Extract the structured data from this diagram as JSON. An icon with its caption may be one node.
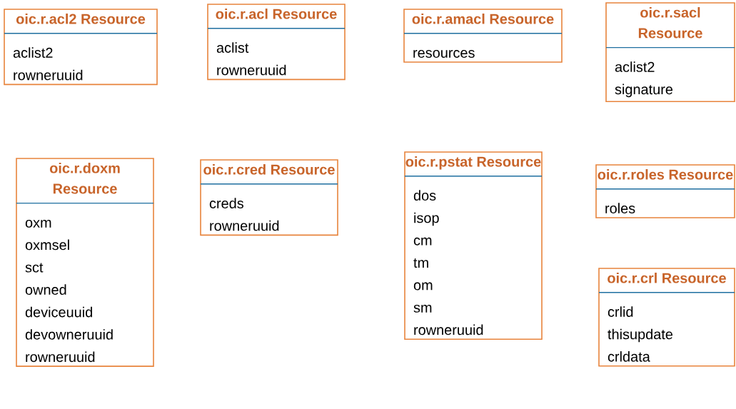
{
  "diagram": {
    "nodes": [
      {
        "text": [
          "oic.r.acl2 Resource",
          "aclist2",
          "rowneruuid"
        ]
      },
      {
        "text": [
          "oic.r.acl Resource",
          "aclist",
          "rowneruuid"
        ]
      },
      {
        "text": [
          "oic.r.amacl Resource",
          "resources"
        ]
      },
      {
        "text": [
          "oic.r.sacl Resource",
          "aclist2",
          "signature"
        ]
      },
      {
        "text": [
          "oic.r.doxm Resource",
          "oxm",
          "oxmsel",
          "sct",
          "owned",
          "deviceuuid",
          "devowneruuid",
          "rowneruuid"
        ]
      },
      {
        "text": [
          "oic.r.cred Resource",
          "creds",
          "rowneruuid"
        ]
      },
      {
        "text": [
          "oic.r.pstat Resource",
          "dos",
          "isop",
          "cm",
          "tm",
          "om",
          "sm",
          "rowneruuid"
        ]
      },
      {
        "text": [
          "oic.r.roles Resource",
          "roles"
        ]
      },
      {
        "text": [
          "oic.r.crl Resource",
          "crlid",
          "thisupdate",
          "crldata"
        ]
      }
    ]
  }
}
